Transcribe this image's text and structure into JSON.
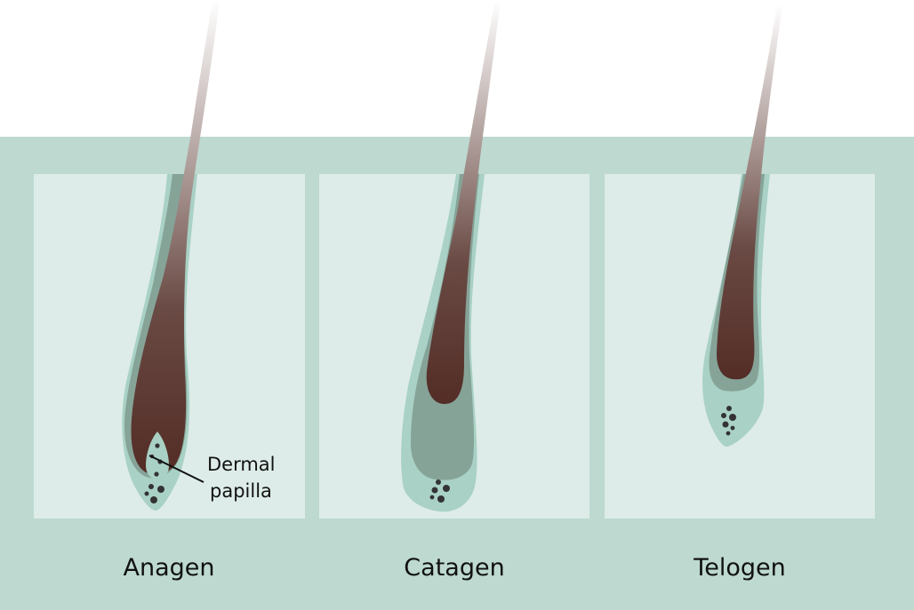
{
  "stages": [
    {
      "label": "Anagen"
    },
    {
      "label": "Catagen"
    },
    {
      "label": "Telogen"
    }
  ],
  "callout": {
    "line1": "Dermal",
    "line2": "papilla"
  },
  "colors": {
    "skin": "#bdd9d0",
    "panel": "#ddece8",
    "sheath": "#a9d1c5",
    "follicle": "#86a398",
    "hair": "#532d26",
    "cells": "#333333",
    "label": "#111111"
  }
}
